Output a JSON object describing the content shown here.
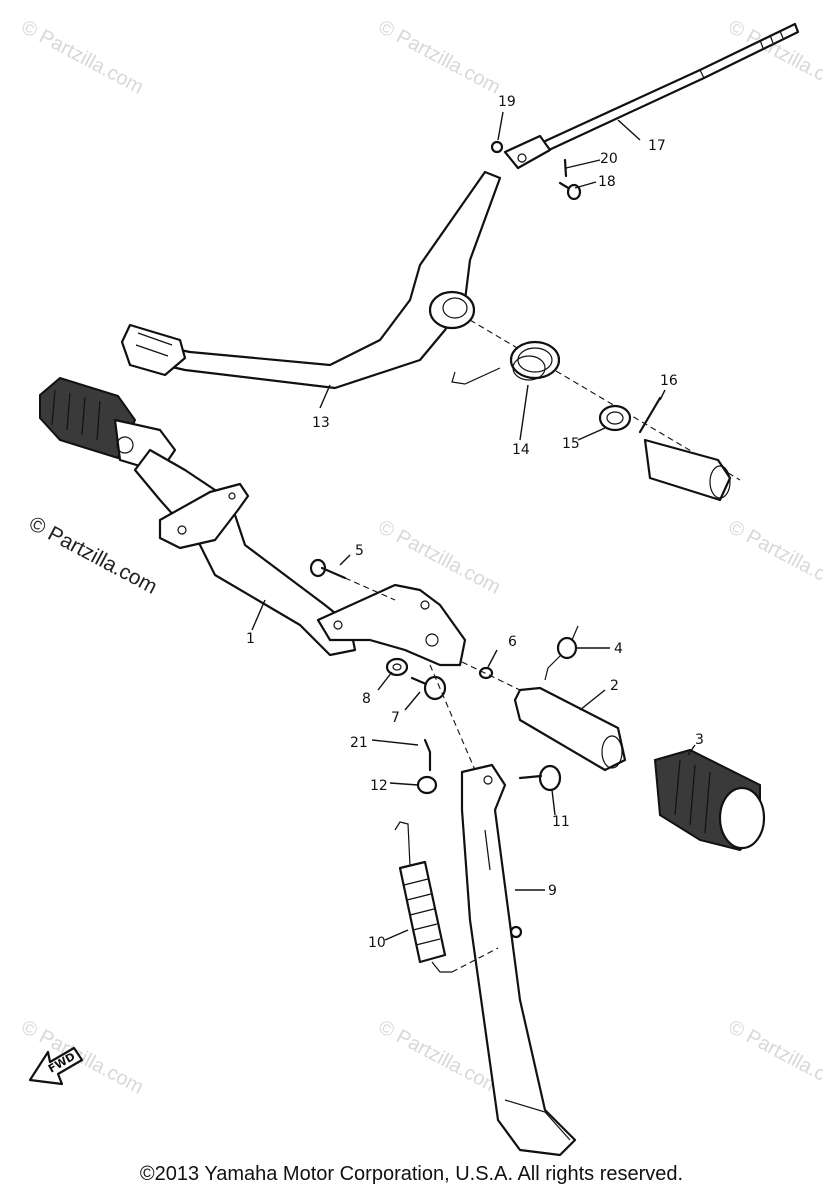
{
  "watermark": {
    "text": "© Partzilla.com"
  },
  "callouts": {
    "c1": "1",
    "c2": "2",
    "c3": "3",
    "c4": "4",
    "c5": "5",
    "c6": "6",
    "c7": "7",
    "c8": "8",
    "c9": "9",
    "c10": "10",
    "c11": "11",
    "c12": "12",
    "c13": "13",
    "c14": "14",
    "c15": "15",
    "c16": "16",
    "c17": "17",
    "c18": "18",
    "c19": "19",
    "c20": "20",
    "c21": "21"
  },
  "fwd_label": "FWD",
  "copyright": "©2013 Yamaha Motor Corporation, U.S.A. All rights reserved."
}
